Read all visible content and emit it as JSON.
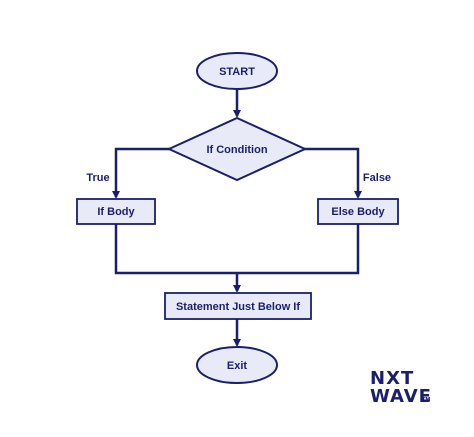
{
  "colors": {
    "node_fill": "#e8eaf8",
    "stroke": "#1b1f6b",
    "text": "#1b1f6b"
  },
  "nodes": {
    "start": "START",
    "condition": "If Condition",
    "if_body": "If Body",
    "else_body": "Else Body",
    "statement_below": "Statement Just Below If",
    "exit": "Exit"
  },
  "edges": {
    "true_label": "True",
    "false_label": "False"
  },
  "logo": {
    "line1": "NXT",
    "line2": "WAVE",
    "trademark": "TM"
  }
}
